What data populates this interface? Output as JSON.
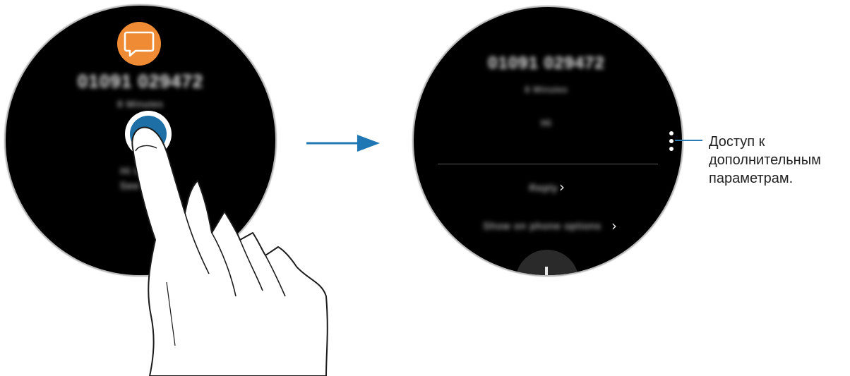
{
  "callout": {
    "lines": [
      "Доступ к",
      "дополнительным",
      "параметрам."
    ]
  },
  "icons": {
    "app_icon": "message-bubble-icon",
    "menu": "more-options-icon",
    "arrow": "right-arrow-icon",
    "hand": "tapping-hand-icon",
    "chevron": "chevron-right-icon"
  },
  "colors": {
    "app_icon": "#ef8b34",
    "accent": "#1f78b4",
    "screen": "#000000"
  }
}
